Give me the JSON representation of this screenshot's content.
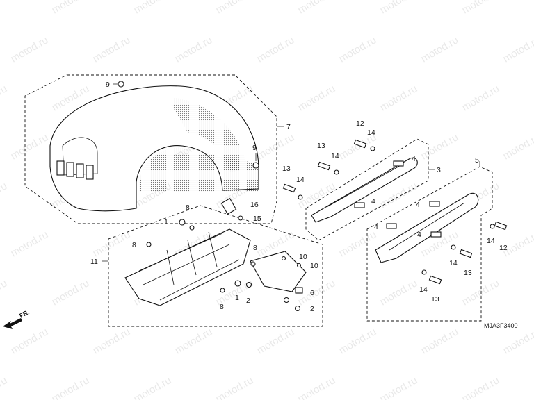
{
  "watermark": {
    "text": "motod.ru"
  },
  "callouts": {
    "c1a": "1",
    "c1b": "1",
    "c2a": "2",
    "c2b": "2",
    "c3": "3",
    "c4a": "4",
    "c4b": "4",
    "c4c": "4",
    "c4d": "4",
    "c4e": "4",
    "c5": "5",
    "c6": "6",
    "c7": "7",
    "c8a": "8",
    "c8b": "8",
    "c8c": "8",
    "c8d": "8",
    "c9a": "9",
    "c9b": "9",
    "c10a": "10",
    "c10b": "10",
    "c11": "11",
    "c12a": "12",
    "c12b": "12",
    "c13a": "13",
    "c13b": "13",
    "c13c": "13",
    "c13d": "13",
    "c14a": "14",
    "c14b": "14",
    "c14c": "14",
    "c14d": "14",
    "c14e": "14",
    "c14f": "14",
    "c15": "15",
    "c16": "16"
  },
  "front_arrow": {
    "label": "FR."
  },
  "diagram_code": "MJA3F3400"
}
